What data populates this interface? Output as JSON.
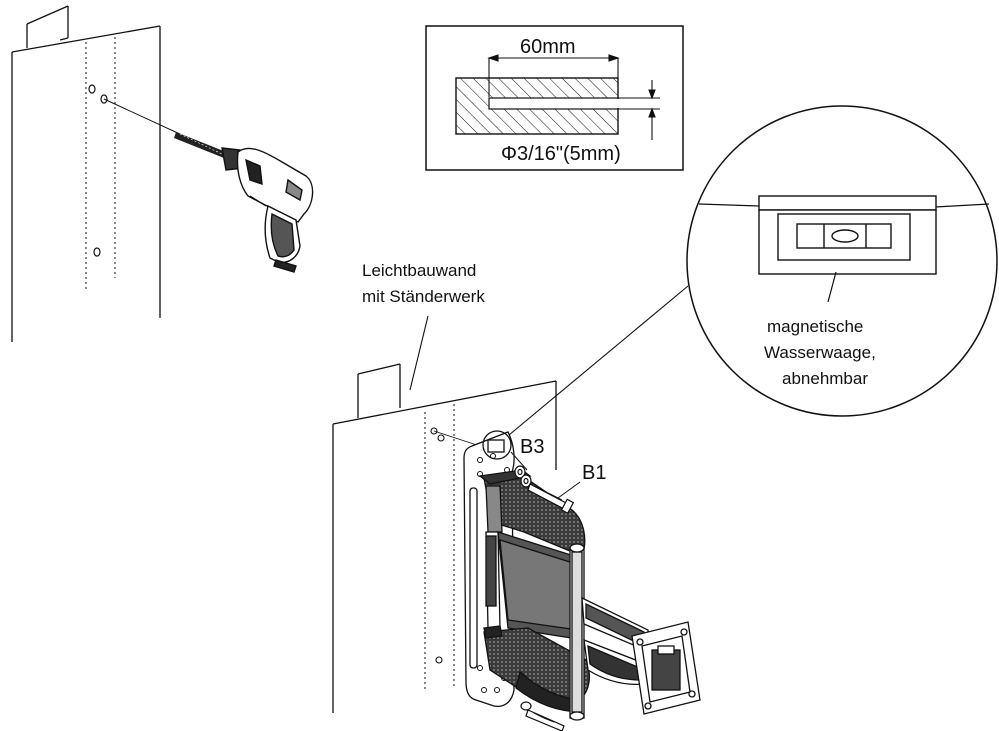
{
  "labels": {
    "drill_depth": "60mm",
    "drill_diameter": "Φ3/16\"(5mm)",
    "wall_type_line1": "Leichtbauwand",
    "wall_type_line2": "mit Ständerwerk",
    "level_line1": "magnetische",
    "level_line2": "Wasserwaage,",
    "level_line3": "abnehmbar",
    "part_b3": "B3",
    "part_b1": "B1"
  },
  "colors": {
    "line": "#111111",
    "fill_dark": "#2a2a2a",
    "fill_mid": "#6e6e6e",
    "fill_light": "#cfcfcf",
    "background": "#ffffff"
  },
  "icons": [
    "drill-icon",
    "spirit-level-icon",
    "tv-wall-mount-icon",
    "lag-bolt-icon",
    "washer-icon"
  ]
}
